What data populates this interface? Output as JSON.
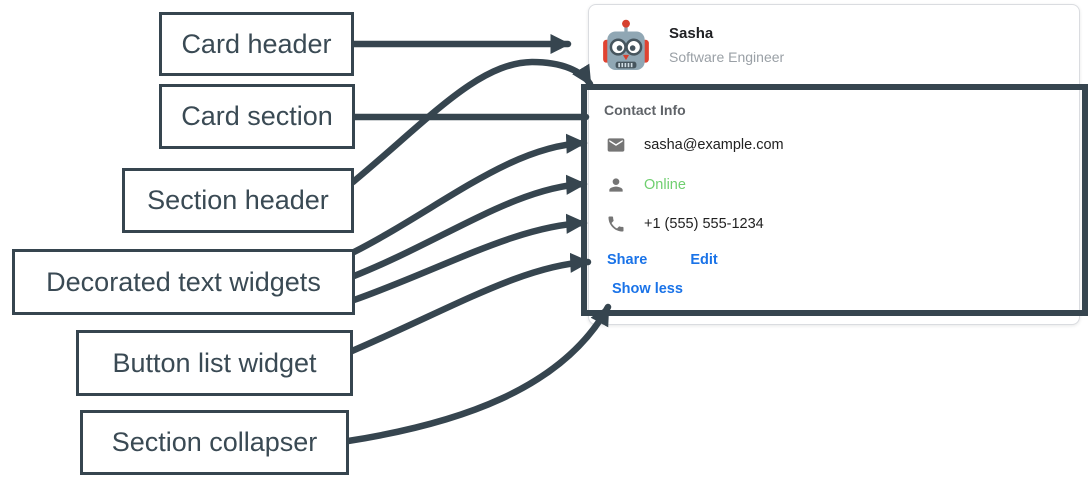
{
  "diagram": {
    "arrow_color": "#36454f",
    "label_border_color": "#36454f",
    "labels": [
      {
        "id": "card-header",
        "text": "Card header",
        "points_to": "card header row"
      },
      {
        "id": "card-section",
        "text": "Card section",
        "points_to": "card section border"
      },
      {
        "id": "section-header",
        "text": "Section header",
        "points_to": "Contact Info header"
      },
      {
        "id": "decorated-text-widgets",
        "text": "Decorated text widgets",
        "points_to": "email, online and phone rows"
      },
      {
        "id": "button-list-widget",
        "text": "Button list widget",
        "points_to": "Share / Edit buttons"
      },
      {
        "id": "section-collapser",
        "text": "Section collapser",
        "points_to": "Show less control"
      }
    ]
  },
  "card": {
    "border_color": "#dadce0",
    "header": {
      "avatar_icon": "robot-avatar",
      "name": "Sasha",
      "subtitle": "Software Engineer"
    },
    "section": {
      "header": "Contact Info",
      "widgets": [
        {
          "icon": "email-icon",
          "text": "sasha@example.com",
          "text_color": "#212121"
        },
        {
          "icon": "person-icon",
          "text": "Online",
          "text_color": "#6fcf6f"
        },
        {
          "icon": "phone-icon",
          "text": "+1 (555) 555-1234",
          "text_color": "#212121"
        }
      ],
      "buttons": [
        {
          "label": "Share"
        },
        {
          "label": "Edit"
        }
      ],
      "collapser": {
        "label": "Show less"
      },
      "accent_color": "#1a73e8",
      "status_online_color": "#6fcf6f",
      "icon_color": "#757575"
    }
  }
}
